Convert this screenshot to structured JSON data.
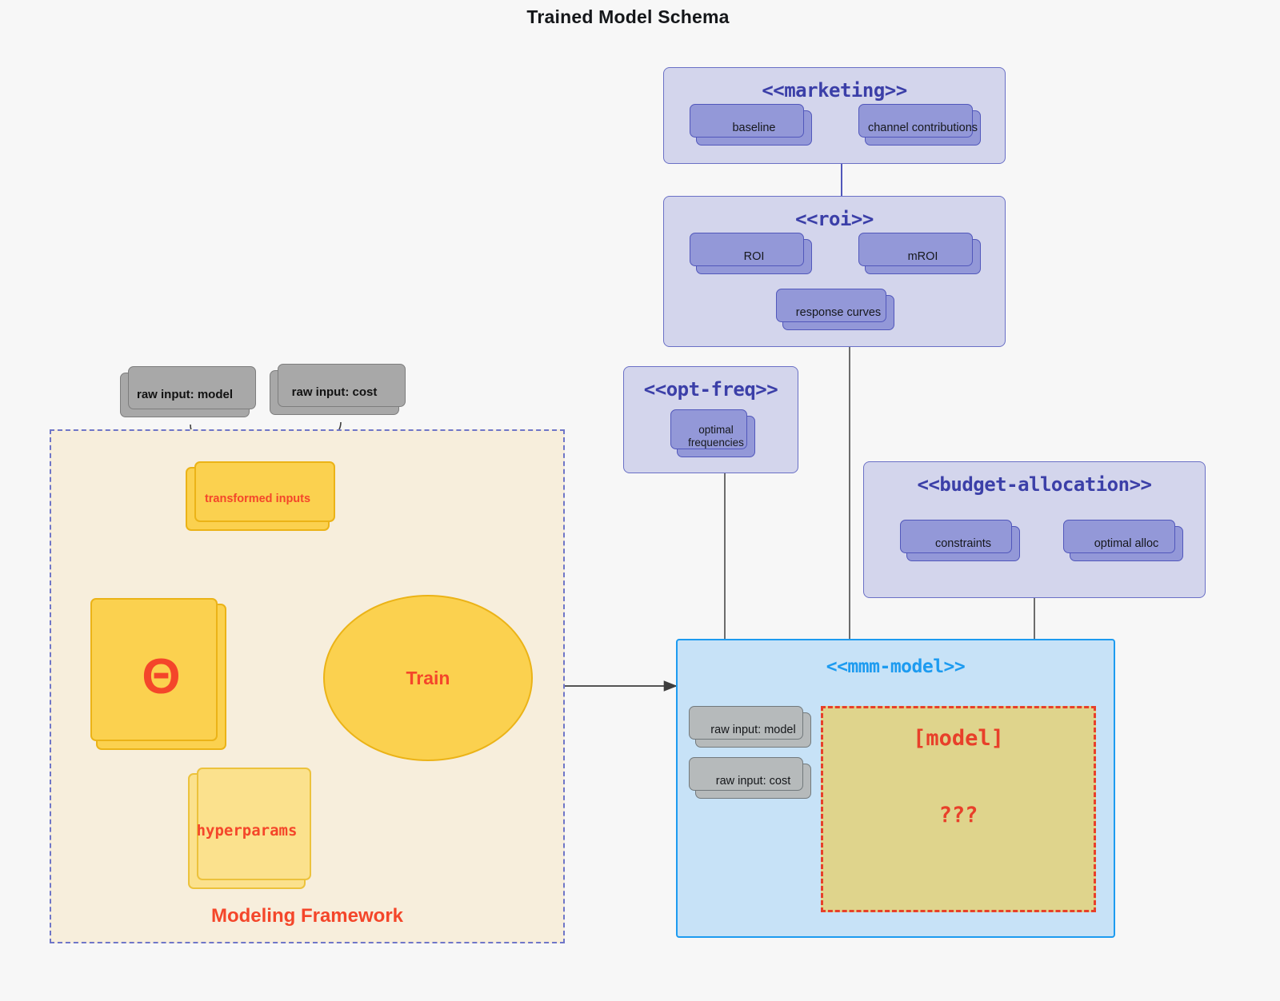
{
  "title": "Trained Model Schema",
  "groups": {
    "marketing": {
      "stereotype": "<<marketing>>",
      "nodes": [
        {
          "label": "baseline"
        },
        {
          "label": "channel contributions"
        }
      ]
    },
    "roi": {
      "stereotype": "<<roi>>",
      "nodes": [
        {
          "label": "ROI"
        },
        {
          "label": "mROI"
        },
        {
          "label": "response curves"
        }
      ]
    },
    "opt_freq": {
      "stereotype": "<<opt-freq>>",
      "nodes": [
        {
          "label": "optimal\nfrequencies",
          "line1": "optimal",
          "line2": "frequencies"
        }
      ]
    },
    "budget_allocation": {
      "stereotype": "<<budget-allocation>>",
      "nodes": [
        {
          "label": "constraints"
        },
        {
          "label": "optimal alloc"
        }
      ]
    },
    "mmm_model": {
      "stereotype": "<<mmm-model>>",
      "inputs": [
        {
          "label": "raw input: model"
        },
        {
          "label": "raw input: cost"
        }
      ],
      "model_box": {
        "label": "[model]",
        "unknown": "???"
      }
    }
  },
  "framework": {
    "label": "Modeling Framework",
    "raw_inputs": [
      {
        "label": "raw input: model"
      },
      {
        "label": "raw input: cost"
      }
    ],
    "transformed_inputs": {
      "label": "transformed inputs"
    },
    "theta": {
      "label": "Θ"
    },
    "hyperparams": {
      "label": "hyperparams"
    },
    "train": {
      "label": "Train"
    }
  },
  "colors": {
    "background": "#f7f7f7",
    "group_fill": "#d3d5ec",
    "group_border": "#6a70c6",
    "group_title": "#3b3fa8",
    "node_purple_fill": "#9398d8",
    "node_purple_border": "#5157bb",
    "gray_fill": "#a8a8a8",
    "gray_fill_light": "#b6babb",
    "framework_fill": "#f7eedc",
    "framework_border": "#6f76c8",
    "gold_strong": "#fbd14f",
    "gold_soft": "#fbe18d",
    "gold_border": "#ebb317",
    "accent_red": "#f4462a",
    "mmm_fill": "#c7e2f7",
    "mmm_border": "#1d9bf0",
    "model_fill": "#dfd48c",
    "model_border": "#e8402a",
    "edge_gray": "#4a4a4a"
  }
}
